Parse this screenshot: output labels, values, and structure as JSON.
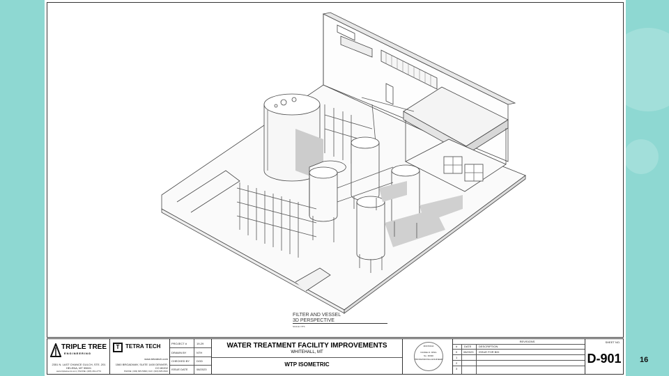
{
  "slide": {
    "page_number": "16"
  },
  "drawing": {
    "view_title": "FILTER AND VESSEL",
    "view_subtitle": "3D PERSPECTIVE",
    "view_scale": "SCALE: NTS"
  },
  "title_block": {
    "firm1_name": "TRIPLE TREE",
    "firm1_subname": "ENGINEERING",
    "firm1_address": "2351 N. LAST CHANCE GULCH, STE. 201 HELENA, MT 59601",
    "firm1_contact": "www.tripletreemt.com | PHONE: (406) 461-2774",
    "firm2_name": "TETRA TECH",
    "firm2_web": "www.tetratech.com",
    "firm2_address": "1560 BROADWAY, SUITE 1400 DENVER, CO 80202",
    "firm2_contact": "PHONE: (303) 825-5999 | FAX: (303) 825-0642",
    "project_label": "PROJECT #",
    "project_value": "19-29",
    "drawn_label": "DRAWN BY",
    "drawn_value": "NTH",
    "checked_label": "CHECKED BY",
    "checked_value": "DGD",
    "issue_label": "ISSUE DATE",
    "issue_value": "08/2023",
    "project_title": "WATER TREATMENT FACILITY IMPROVEMENTS",
    "project_location": "WHITEHALL, MT",
    "sheet_title": "WTP ISOMETRIC",
    "seal_state": "MONTANA",
    "seal_name": "DANIEL D. RING",
    "seal_number": "No. 36490",
    "seal_text": "PROFESSIONAL ENGINEER",
    "revisions_heading": "REVISIONS",
    "rev_col_num": "#",
    "rev_col_date": "DATE",
    "rev_col_desc": "DESCRIPTION",
    "revisions": [
      {
        "num": "0",
        "date": "08/2023",
        "desc": "ISSUE FOR BID"
      },
      {
        "num": "1",
        "date": "",
        "desc": ""
      },
      {
        "num": "2",
        "date": "",
        "desc": ""
      },
      {
        "num": "3",
        "date": "",
        "desc": ""
      }
    ],
    "sheet_no_label": "SHEET NO.",
    "sheet_no": "D-901"
  }
}
